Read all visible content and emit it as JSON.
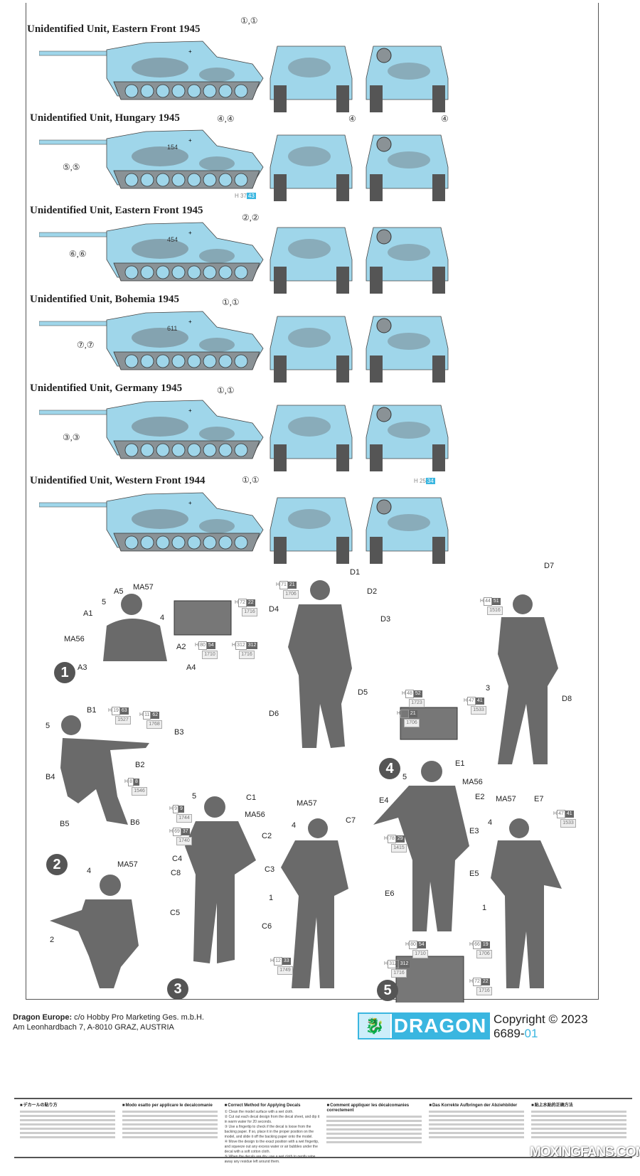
{
  "schemes": [
    {
      "title": "Unidentified Unit, Eastern Front 1945",
      "callouts": [
        "①,①"
      ],
      "hull": ""
    },
    {
      "title": "Unidentified Unit, Hungary 1945",
      "callouts": [
        "④,④",
        "⑤,⑤",
        "④",
        "④"
      ],
      "hull": "154",
      "paint": {
        "prefix": "H",
        "a": "37",
        "b": "43"
      }
    },
    {
      "title": "Unidentified Unit, Eastern Front 1945",
      "callouts": [
        "②,②",
        "⑥,⑥"
      ],
      "hull": "454"
    },
    {
      "title": "Unidentified Unit, Bohemia 1945",
      "callouts": [
        "①,①",
        "⑦,⑦"
      ],
      "hull": "611"
    },
    {
      "title": "Unidentified Unit, Germany 1945",
      "callouts": [
        "①,①",
        "③,③"
      ],
      "hull": ""
    },
    {
      "title": "Unidentified Unit, Western Front 1944",
      "callouts": [
        "①,①"
      ],
      "hull": "",
      "paint": {
        "prefix": "H",
        "a": "25",
        "b": "34"
      }
    }
  ],
  "figure_labels": [
    "A5",
    "MA57",
    "5",
    "A1",
    "4",
    "MA56",
    "A2",
    "A3",
    "A4",
    "D1",
    "D2",
    "D4",
    "D3",
    "D5",
    "D6",
    "D7",
    "3",
    "D8",
    "B1",
    "5",
    "B3",
    "B2",
    "B4",
    "B5",
    "B6",
    "4",
    "MA57",
    "2",
    "5",
    "C1",
    "MA56",
    "C2",
    "C4",
    "C3",
    "C8",
    "C5",
    "C6",
    "MA57",
    "C7",
    "4",
    "1",
    "E1",
    "5",
    "MA56",
    "E2",
    "E4",
    "E3",
    "E5",
    "E6",
    "MA57",
    "E7",
    "4",
    "1"
  ],
  "paint_codes": [
    {
      "p": "H",
      "a": "72",
      "b": "22",
      "c": "1716"
    },
    {
      "p": "H",
      "a": "80",
      "b": "54",
      "c": "1710"
    },
    {
      "p": "H",
      "a": "312",
      "b": "312",
      "c": "1716"
    },
    {
      "p": "H",
      "a": "71",
      "b": "21",
      "c": "1706"
    },
    {
      "p": "H",
      "a": "44",
      "b": "51",
      "c": "1516"
    },
    {
      "p": "H",
      "a": "48",
      "b": "52",
      "c": "1723"
    },
    {
      "p": "H",
      "a": "71",
      "b": "21",
      "c": "1706"
    },
    {
      "p": "H",
      "a": "47",
      "b": "41",
      "c": "1533"
    },
    {
      "p": "H",
      "a": "19",
      "b": "63",
      "c": "1527"
    },
    {
      "p": "H",
      "a": "11",
      "b": "62",
      "c": "1768"
    },
    {
      "p": "H",
      "a": "8",
      "b": "8",
      "c": "1546"
    },
    {
      "p": "H",
      "a": "9",
      "b": "9",
      "c": "1744"
    },
    {
      "p": "H",
      "a": "69",
      "b": "37",
      "c": "1740"
    },
    {
      "p": "H",
      "a": "12",
      "b": "33",
      "c": "1749"
    },
    {
      "p": "H",
      "a": "78",
      "b": "29",
      "c": "1415"
    },
    {
      "p": "H",
      "a": "47",
      "b": "41",
      "c": "1533"
    },
    {
      "p": "H",
      "a": "80",
      "b": "54",
      "c": "1710"
    },
    {
      "p": "H",
      "a": "66",
      "b": "19",
      "c": "1706"
    },
    {
      "p": "H",
      "a": "312",
      "b": "312",
      "c": "1716"
    },
    {
      "p": "H",
      "a": "72",
      "b": "22",
      "c": "1716"
    }
  ],
  "steps": [
    "1",
    "2",
    "3",
    "4",
    "5"
  ],
  "footer": {
    "company": "Dragon Europe:",
    "address1": " c/o Hobby Pro Marketing Ges. m.b.H.",
    "address2": "Am Leonhardbach 7, A-8010 GRAZ, AUSTRIA",
    "brand": "DRAGON",
    "copyright": "Copyright © 2023",
    "code_main": "6689-",
    "code_suffix": "01"
  },
  "instructions": [
    {
      "heading": "デカールの貼り方"
    },
    {
      "heading": "Modo esatto per applicare le decalcomanie"
    },
    {
      "heading": "Correct Method for Applying Decals",
      "steps": [
        "① Clean the model surface with a wet cloth.",
        "② Cut out each decal design from the decal sheet, and dip it in warm water for 20 seconds.",
        "③ Use a fingertip to check if the decal is loose from the backing paper. If so, place it in the proper position on the model, and slide it off the backing paper onto the model.",
        "④ Move the design to the exact position with a wet fingertip, and squeeze out any excess water or air bubbles under the decal with a soft cotton cloth.",
        "⑤ When the decals are dry, use a wet cloth to gently wipe away any residue left around them."
      ]
    },
    {
      "heading": "Comment appliquer les décalcomanies correctement"
    },
    {
      "heading": "Das Korrekte Aufbringen der Abziehbilder"
    },
    {
      "heading": "贴上水贴的正确方法"
    }
  ],
  "watermark": "MOXINGFANS.COM",
  "colors": {
    "camo_blue": "#9fd6ea",
    "camo_gray": "#6e7a80",
    "accent": "#3ab6e0"
  }
}
